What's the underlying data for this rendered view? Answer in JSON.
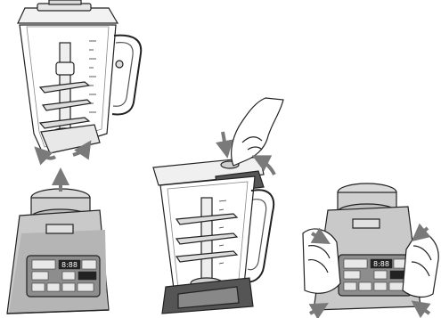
{
  "figure": {
    "panels": [
      {
        "id": "step-1",
        "description_visible_text": []
      },
      {
        "id": "step-2",
        "description_visible_text": []
      },
      {
        "id": "step-3",
        "description_visible_text": []
      }
    ],
    "base_displays": [
      {
        "panel": "step-1",
        "digits": "8:88"
      },
      {
        "panel": "step-3",
        "digits": "8:88"
      }
    ]
  }
}
